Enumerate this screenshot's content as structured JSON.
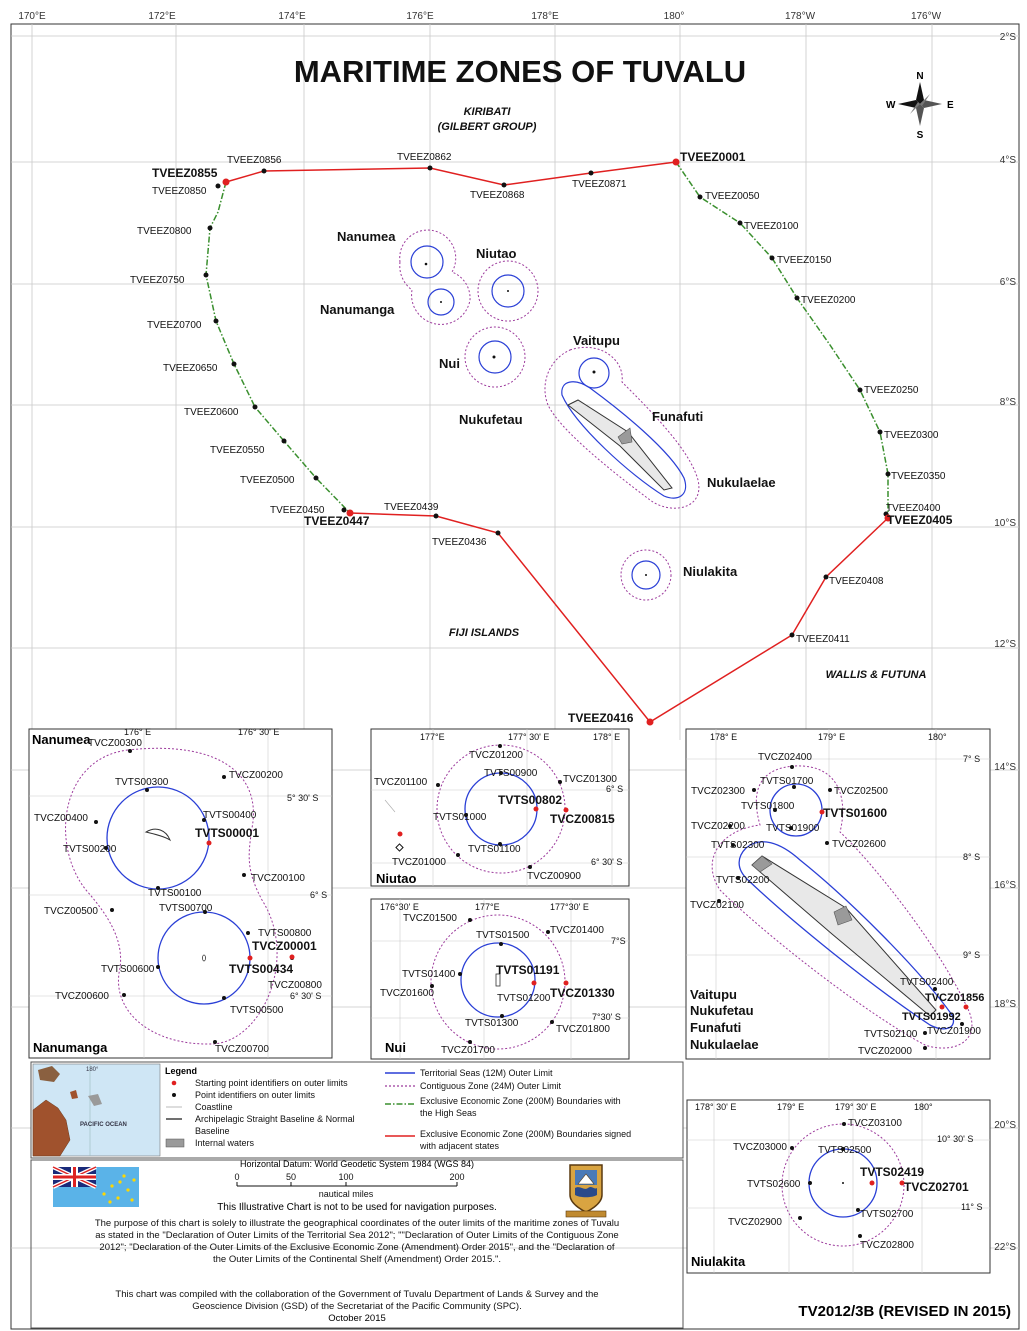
{
  "title": "MARITIME ZONES OF TUVALU",
  "top_longitudes": [
    "170°E",
    "172°E",
    "174°E",
    "176°E",
    "178°E",
    "180°",
    "178°W",
    "176°W"
  ],
  "right_latitudes": [
    "2°S",
    "4°S",
    "6°S",
    "8°S",
    "10°S",
    "12°S",
    "14°S",
    "16°S",
    "18°S",
    "20°S",
    "22°S"
  ],
  "compass": {
    "n": "N",
    "s": "S",
    "e": "E",
    "w": "W"
  },
  "region_labels": {
    "kiribati": "KIRIBATI",
    "kiribati_sub": "(GILBERT GROUP)",
    "fiji": "FIJI ISLANDS",
    "wallis": "WALLIS & FUTUNA"
  },
  "islands": [
    "Nanumea",
    "Niutao",
    "Nanumanga",
    "Nui",
    "Vaitupu",
    "Nukufetau",
    "Funafuti",
    "Nukulaelae",
    "Niulakita"
  ],
  "eez_points": {
    "major": [
      "TVEEZ0855",
      "TVEEZ0001",
      "TVEEZ0447",
      "TVEEZ0405",
      "TVEEZ0416"
    ],
    "minor": [
      "TVEEZ0856",
      "TVEEZ0862",
      "TVEEZ0868",
      "TVEEZ0871",
      "TVEEZ0850",
      "TVEEZ0800",
      "TVEEZ0750",
      "TVEEZ0700",
      "TVEEZ0650",
      "TVEEZ0600",
      "TVEEZ0550",
      "TVEEZ0500",
      "TVEEZ0450",
      "TVEEZ0439",
      "TVEEZ0436",
      "TVEEZ0050",
      "TVEEZ0100",
      "TVEEZ0150",
      "TVEEZ0200",
      "TVEEZ0250",
      "TVEEZ0300",
      "TVEEZ0350",
      "TVEEZ0400",
      "TVEEZ0408",
      "TVEEZ0411"
    ]
  },
  "inset_nanumea": {
    "title_top": "Nanumea",
    "title_bottom": "Nanumanga",
    "ticks": [
      "176° E",
      "176° 30' E",
      "5° 30' S",
      "6° S",
      "6° 30' S"
    ],
    "points": [
      "TVCZ00300",
      "TVCZ00200",
      "TVTS00300",
      "TVCZ00400",
      "TVTS00400",
      "TVTS00001",
      "TVTS00200",
      "TVCZ00100",
      "TVTS00100",
      "TVCZ00500",
      "TVTS00700",
      "TVTS00800",
      "TVCZ00001",
      "TVTS00600",
      "TVTS00434",
      "TVCZ00800",
      "TVCZ00600",
      "TVTS00500",
      "TVCZ00700"
    ]
  },
  "inset_niutao": {
    "title": "Niutao",
    "ticks": [
      "177°E",
      "177° 30' E",
      "178° E",
      "6° S",
      "6° 30' S"
    ],
    "points": [
      "TVCZ01200",
      "TVTS00900",
      "TVCZ01100",
      "TVCZ01300",
      "TVTS00802",
      "TVTS01000",
      "TVCZ00815",
      "TVTS01100",
      "TVCZ01000",
      "TVCZ00900"
    ]
  },
  "inset_nui": {
    "title": "Nui",
    "ticks": [
      "176°30' E",
      "177°E",
      "177°30' E",
      "7°S",
      "7°30' S"
    ],
    "points": [
      "TVCZ01500",
      "TVCZ01400",
      "TVTS01500",
      "TVTS01400",
      "TVTS01191",
      "TVCZ01600",
      "TVTS01200",
      "TVCZ01330",
      "TVTS01300",
      "TVCZ01800",
      "TVCZ01700"
    ]
  },
  "inset_vaitupu": {
    "title_lines": [
      "Vaitupu",
      "Nukufetau",
      "Funafuti",
      "Nukulaelae"
    ],
    "ticks": [
      "178° E",
      "179° E",
      "180°",
      "7° S",
      "8° S",
      "9° S"
    ],
    "points": [
      "TVCZ02400",
      "TVTS01700",
      "TVCZ02300",
      "TVCZ02500",
      "TVTS01800",
      "TVTS01600",
      "TVCZ02200",
      "TVTS01900",
      "TVTS02300",
      "TVCZ02600",
      "TVTS02200",
      "TVCZ02100",
      "TVTS02400",
      "TVCZ01856",
      "TVTS01992",
      "TVTS02100",
      "TVCZ01900",
      "TVCZ02000"
    ]
  },
  "inset_niulakita": {
    "title": "Niulakita",
    "ticks": [
      "178° 30' E",
      "179° E",
      "179° 30' E",
      "180°",
      "10° 30' S",
      "11° S"
    ],
    "points": [
      "TVCZ03100",
      "TVTS02500",
      "TVCZ03000",
      "TVTS02419",
      "TVTS02600",
      "TVCZ02701",
      "TVCZ02900",
      "TVTS02700",
      "TVCZ02800"
    ]
  },
  "legend": {
    "heading": "Legend",
    "items_left": [
      "Starting point identifiers on outer limits",
      "Point identifiers on outer limits",
      "Coastline",
      "Archipelagic Straight Baseline & Normal Baseline",
      "Internal waters"
    ],
    "items_right": [
      "Territorial Seas (12M) Outer Limit",
      "Contiguous Zone (24M) Outer Limit",
      "Exclusive Economic Zone (200M) Boundaries with the High Seas",
      "Exclusive Economic Zone (200M) Boundaries signed with adjacent states"
    ],
    "locator_label": "PACIFIC OCEAN",
    "locator_tick": "180°"
  },
  "scale": {
    "datum": "Horizontal Datum: World Geodetic System 1984 (WGS 84)",
    "ticks": [
      "0",
      "50",
      "100",
      "200"
    ],
    "unit": "nautical miles"
  },
  "notes": {
    "navigation": "This Illustrative Chart is not to be used for navigation purposes.",
    "purpose": "The purpose of this chart is solely to illustrate the geographical coordinates of the outer limits of the maritime zones of Tuvalu as stated in the \"Declaration of Outer Limits of the Territorial Sea 2012\"; \"\"Declaration of Outer Limits of the Contiguous Zone 2012\"; \"Declaration of the Outer Limits of the Exclusive Economic Zone (Amendment) Order 2015\", and the \"Declaration of the Outer Limits of the Continental Shelf (Amendment) Order 2015.\".",
    "compiled": "This chart was compiled with the collaboration of the Government of Tuvalu Department of Lands & Survey and the Geoscience Division (GSD) of the Secretariat of the Pacific Community (SPC).",
    "date": "October 2015"
  },
  "chart_id": "TV2012/3B (REVISED IN 2015)",
  "colors": {
    "territorial": "#2a3fd6",
    "contiguous": "#9c3a9c",
    "eez_high_seas": "#3a8f2e",
    "eez_signed": "#e02020",
    "grid": "#c8c8c8",
    "land": "#9a9a9a"
  }
}
